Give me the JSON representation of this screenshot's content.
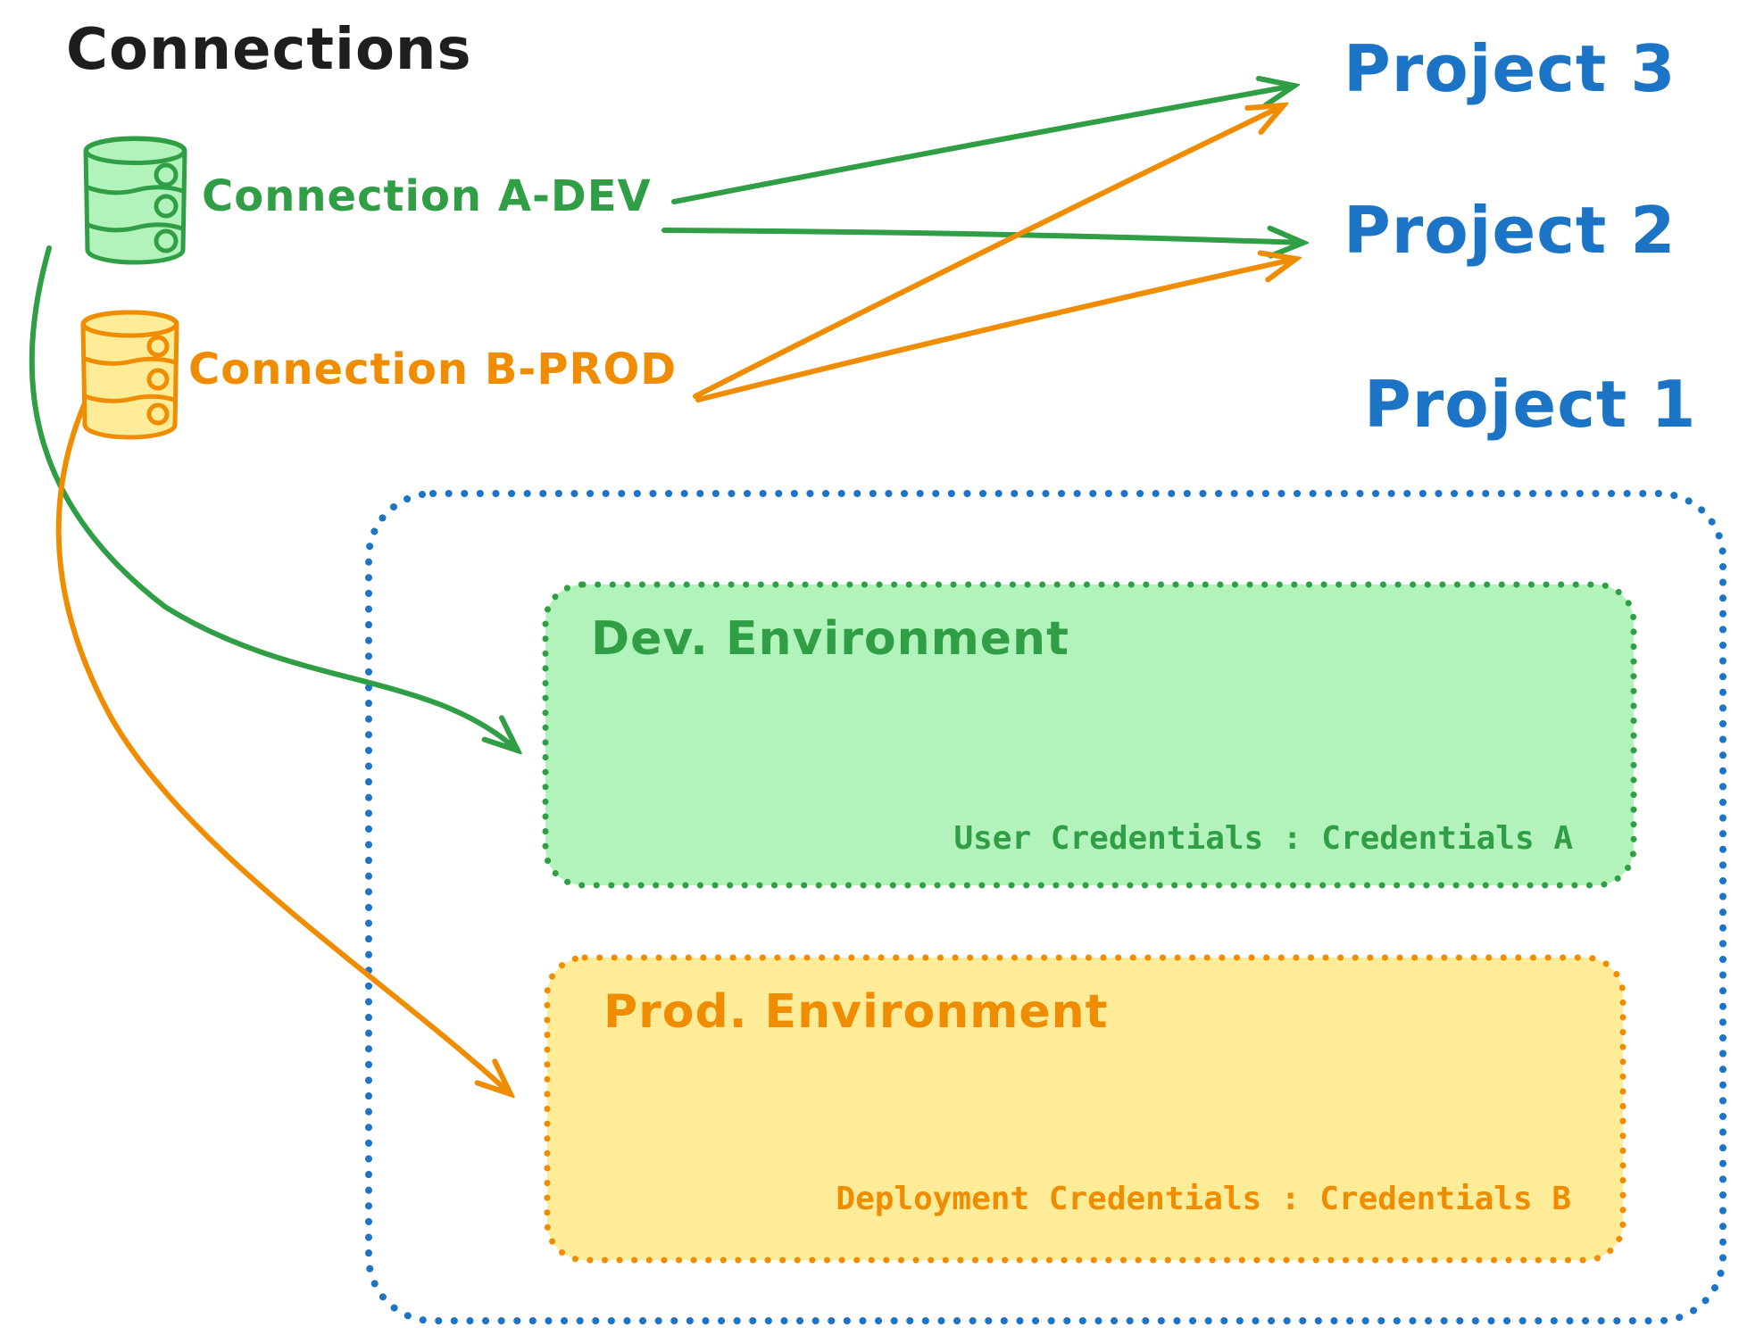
{
  "title": "Connections",
  "connections": {
    "a_dev": {
      "label": "Connection A-DEV",
      "color": "#2f9e44",
      "icon": "database-icon"
    },
    "b_prod": {
      "label": "Connection B-PROD",
      "color": "#f08c00",
      "icon": "database-icon"
    }
  },
  "projects": {
    "p3": {
      "label": "Project 3"
    },
    "p2": {
      "label": "Project 2"
    },
    "p1": {
      "label": "Project 1"
    }
  },
  "environments": {
    "dev": {
      "label": "Dev. Environment",
      "credentials": "User Credentials : Credentials A"
    },
    "prod": {
      "label": "Prod. Environment",
      "credentials": "Deployment Credentials : Credentials B"
    }
  },
  "colors": {
    "ink": "#1e1e1e",
    "green": "#2f9e44",
    "green_fill": "#b2f2bb",
    "orange": "#f08c00",
    "orange_fill": "#ffec99",
    "blue": "#1b74c5"
  }
}
